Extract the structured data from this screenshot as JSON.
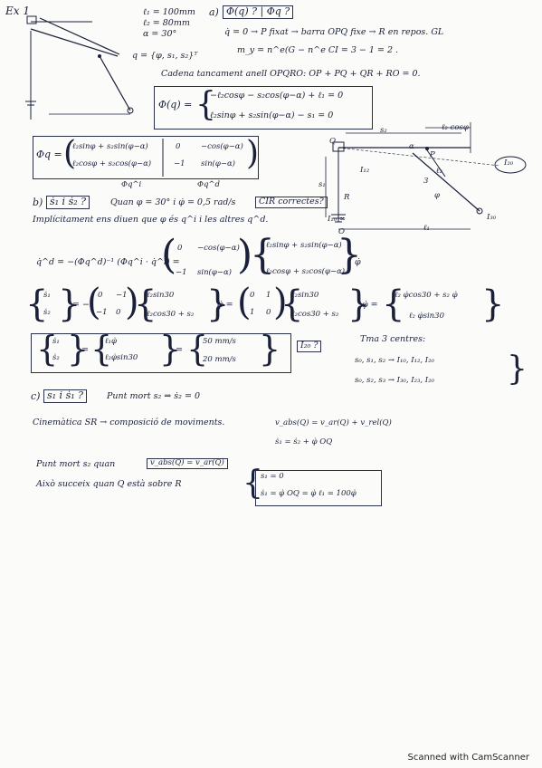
{
  "header": {
    "exercise": "Ex 1"
  },
  "params": [
    "ℓ₁ = 100mm",
    "ℓ₂ = 80mm",
    "α = 30°",
    "q = {φ, s₁, s₂}ᵀ"
  ],
  "part_a": {
    "label": "a)",
    "question": "Φ(q) ? | Φq ?",
    "line1": "q̇ = 0 → P fixat → barra OPQ fixe → R en repos. GL",
    "line2": "m_y = n^e(G − n^e CI = 3 − 1 = 2 .",
    "closure": "Cadena tancament anell OPQRO: OP + PQ + QR + RO = 0.",
    "phi_row1": "−ℓ₂cosφ − s₂cos(φ−α) + ℓ₁ = 0",
    "phi_row2": "ℓ₂sinφ + s₂sin(φ−α) − s₁ = 0",
    "phi_lhs": "Φ(q) =",
    "jac_lhs": "Φq =",
    "jac": [
      [
        "ℓ₂sinφ + s₂sin(φ−α)",
        "0",
        "−cos(φ−α)"
      ],
      [
        "ℓ₂cosφ + s₂cos(φ−α)",
        "−1",
        "sin(φ−α)"
      ]
    ],
    "jac_sub_i": "Φq^i",
    "jac_sub_d": "Φq^d"
  },
  "diagram": {
    "labels": [
      "s₂",
      "ℓ₂ cosφ",
      "Q",
      "P",
      "α",
      "I₁₂",
      "ℓ₂",
      "3",
      "I₂₀",
      "φ",
      "s₁",
      "R",
      "I₁₀ ∞",
      "O",
      "I₃₀",
      "ℓ₁"
    ]
  },
  "part_b": {
    "label": "b)",
    "question": "ṡ₁ i ṡ₂ ?",
    "condition": "Quan φ = 30° i φ̇ = 0,5 rad/s",
    "cir": "CIR correctes?",
    "implicit": "Implícitament ens diuen que φ és q^i i les altres q^d.",
    "eq1_lhs": "q̇^d = −(Φq^d)⁻¹ (Φq^i · q̇^i) =",
    "eq1_mat": [
      [
        "0",
        "−cos(φ−α)"
      ],
      [
        "−1",
        "sin(φ−α)"
      ]
    ],
    "eq1_vec": [
      "ℓ₂sinφ + s₂sin(φ−α)",
      "ℓ₂cosφ + s₂cos(φ−α)"
    ],
    "eq1_tail": "φ̇",
    "eq2_lhs_vec": [
      "ṡ₁",
      "ṡ₂"
    ],
    "eq2_mat": [
      [
        "0",
        "−1"
      ],
      [
        "−1",
        "0"
      ]
    ],
    "eq2_vec": [
      "ℓ₂sin30",
      "ℓ₂cos30 + s₂"
    ],
    "eq2_mat2": [
      [
        "0",
        "1"
      ],
      [
        "1",
        "0"
      ]
    ],
    "eq2_result": [
      "ℓ₂ φ̇cos30 + s₂ φ̇",
      "ℓ₂ φ̇sin30"
    ],
    "eq3_vec": [
      "ℓ₁φ̇",
      "ℓ₂φ̇sin30"
    ],
    "eq3_result": [
      "50 mm/s",
      "20 mm/s"
    ],
    "i20": "I₂₀ ?",
    "theorem": "Tma 3 centres:",
    "t_line1": "s₀, s₁, s₂ → I₁₀, I₁₂, I₂₀",
    "t_line2": "s₀, s₂, s₃ → I₃₀, I₂₃, I₂₀"
  },
  "part_c": {
    "label": "c)",
    "question": "s₁ i ṡ₁ ?",
    "stop": "Punt mort s₂ ⇒ ṡ₂ = 0",
    "kinematics": "Cinemàtica SR → composició de moviments.",
    "vabs": "v_abs(Q) = v_ar(Q) + v_rel(Q)",
    "s1dot": "ṡ₁ = ṡ₂ + φ̇ OQ",
    "dead": "Punt mort s₂ quan",
    "dead_box": "v_abs(Q) = v_ar(Q)",
    "happens": "Això succeix quan Q està sobre R",
    "final1": "s₁ = 0",
    "final2": "ṡ₁ = φ̇ OQ = φ̇ ℓ₁ = 100φ̇"
  },
  "footer": "Scanned with CamScanner"
}
